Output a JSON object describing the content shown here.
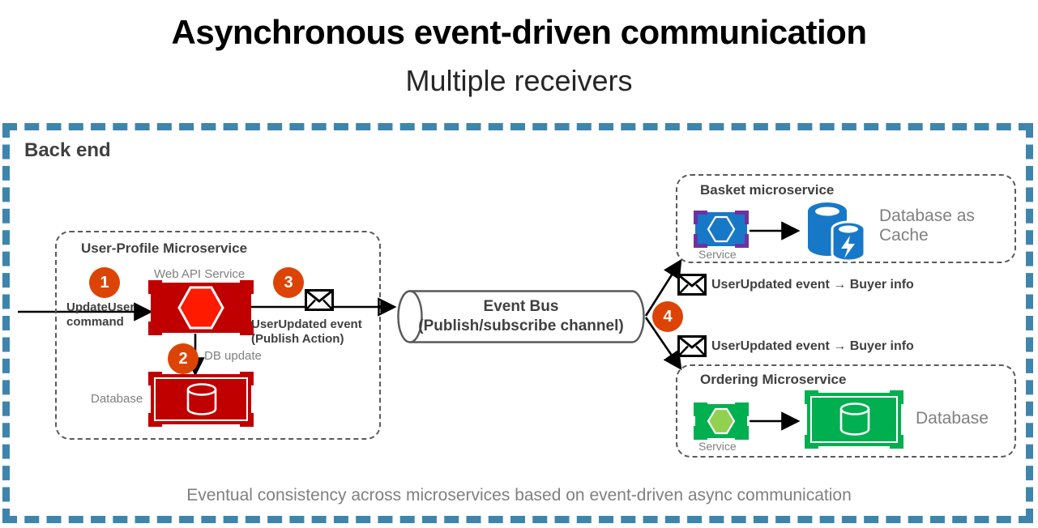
{
  "title": {
    "main": "Asynchronous event-driven communication",
    "sub": "Multiple receivers"
  },
  "backend": {
    "label": "Back end",
    "border_color": "#3D85AD",
    "caption": "Eventual consistency across microservices based on event-driven async communication"
  },
  "colors": {
    "badge": "#DC4405",
    "red_box": "#C00000",
    "red_hex": "#FF1A00",
    "blue_box": "#1878C8",
    "blue_bracket": "#7030A0",
    "blue_icon": "#1878C8",
    "green_box": "#00B050",
    "green_hex": "#92D050",
    "green_db": "#00B050",
    "text_grey": "#808080",
    "text_dark": "#404040"
  },
  "user_profile": {
    "title": "User-Profile Microservice",
    "webapi_label": "Web API Service",
    "database_label": "Database",
    "badge_1": "1",
    "badge_2": "2",
    "badge_3": "3",
    "command_label_line1": "UpdateUser",
    "command_label_line2": "command",
    "db_update_label": "DB update",
    "publish_label_line1": "UserUpdated event",
    "publish_label_line2": "(Publish Action)",
    "envelope_icon": "envelope-icon"
  },
  "event_bus": {
    "line1": "Event Bus",
    "line2": "(Publish/subscribe channel)",
    "badge_4": "4"
  },
  "subscribers": [
    {
      "envelope_icon": "envelope-icon",
      "label": "UserUpdated event → Buyer info"
    },
    {
      "envelope_icon": "envelope-icon",
      "label": "UserUpdated event → Buyer info"
    }
  ],
  "basket": {
    "title": "Basket microservice",
    "service_label": "Service",
    "store_label_line1": "Database as",
    "store_label_line2": "Cache",
    "service_icon": "blue-service-hexagon-icon",
    "store_icon": "database-as-cache-icon"
  },
  "ordering": {
    "title": "Ordering Microservice",
    "service_label": "Service",
    "store_label": "Database",
    "service_icon": "green-service-hexagon-icon",
    "store_icon": "green-database-cylinder-icon"
  }
}
